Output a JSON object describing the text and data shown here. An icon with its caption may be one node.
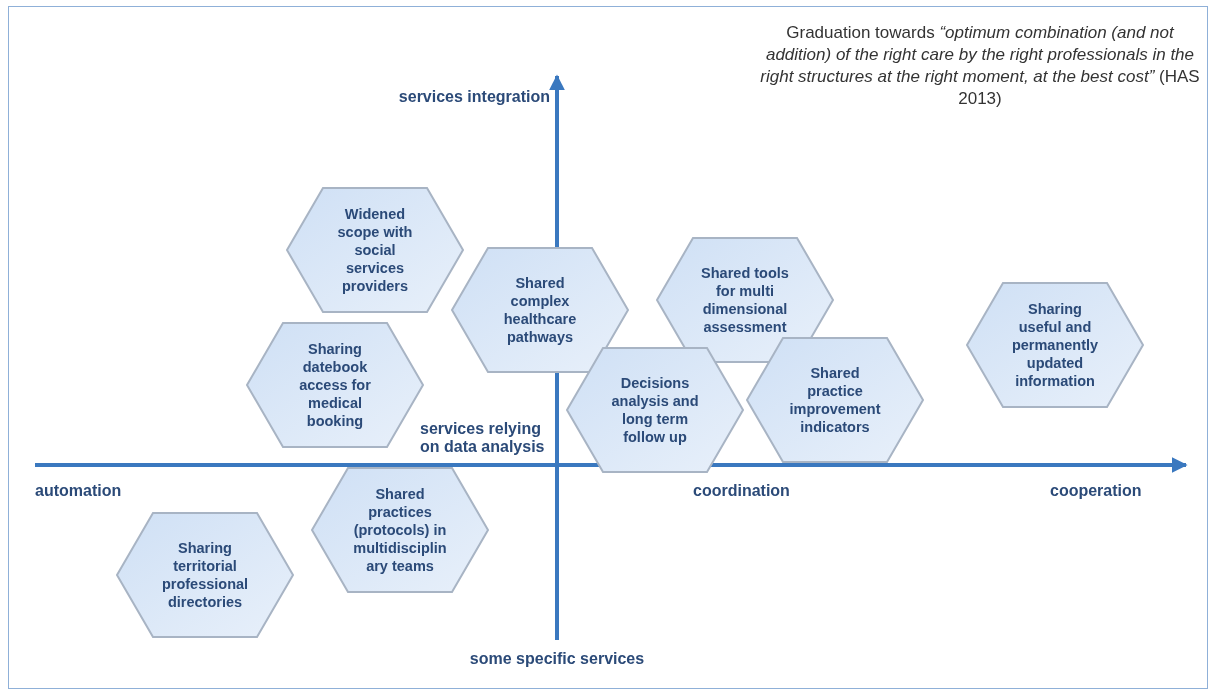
{
  "diagram": {
    "nodes": [
      {
        "text": [
          "Widened scope with social services providers"
        ]
      },
      {
        "text": [
          "Shared complex healthcare pathways"
        ]
      },
      {
        "text": [
          "Shared tools for multi dimensional assessment"
        ]
      },
      {
        "text": [
          "Sharing useful and permanently updated information"
        ]
      },
      {
        "text": [
          "Sharing datebook access for medical booking"
        ]
      },
      {
        "text": [
          "Decisions analysis and long term follow up"
        ]
      },
      {
        "text": [
          "Shared practice improvement indicators"
        ]
      },
      {
        "text": [
          "Shared practices (protocols) in multidisciplin ary teams"
        ]
      },
      {
        "text": [
          "Sharing territorial professional directories"
        ]
      }
    ],
    "labels": [
      "services integration",
      "Graduation towards *“optimum combination (and not addition) of the right care by the right professionals in the right structures at the right moment, at the best cost”* (HAS 2013)",
      "services relying on data analysis",
      "automation",
      "coordination",
      "cooperation",
      "some specific services"
    ]
  }
}
